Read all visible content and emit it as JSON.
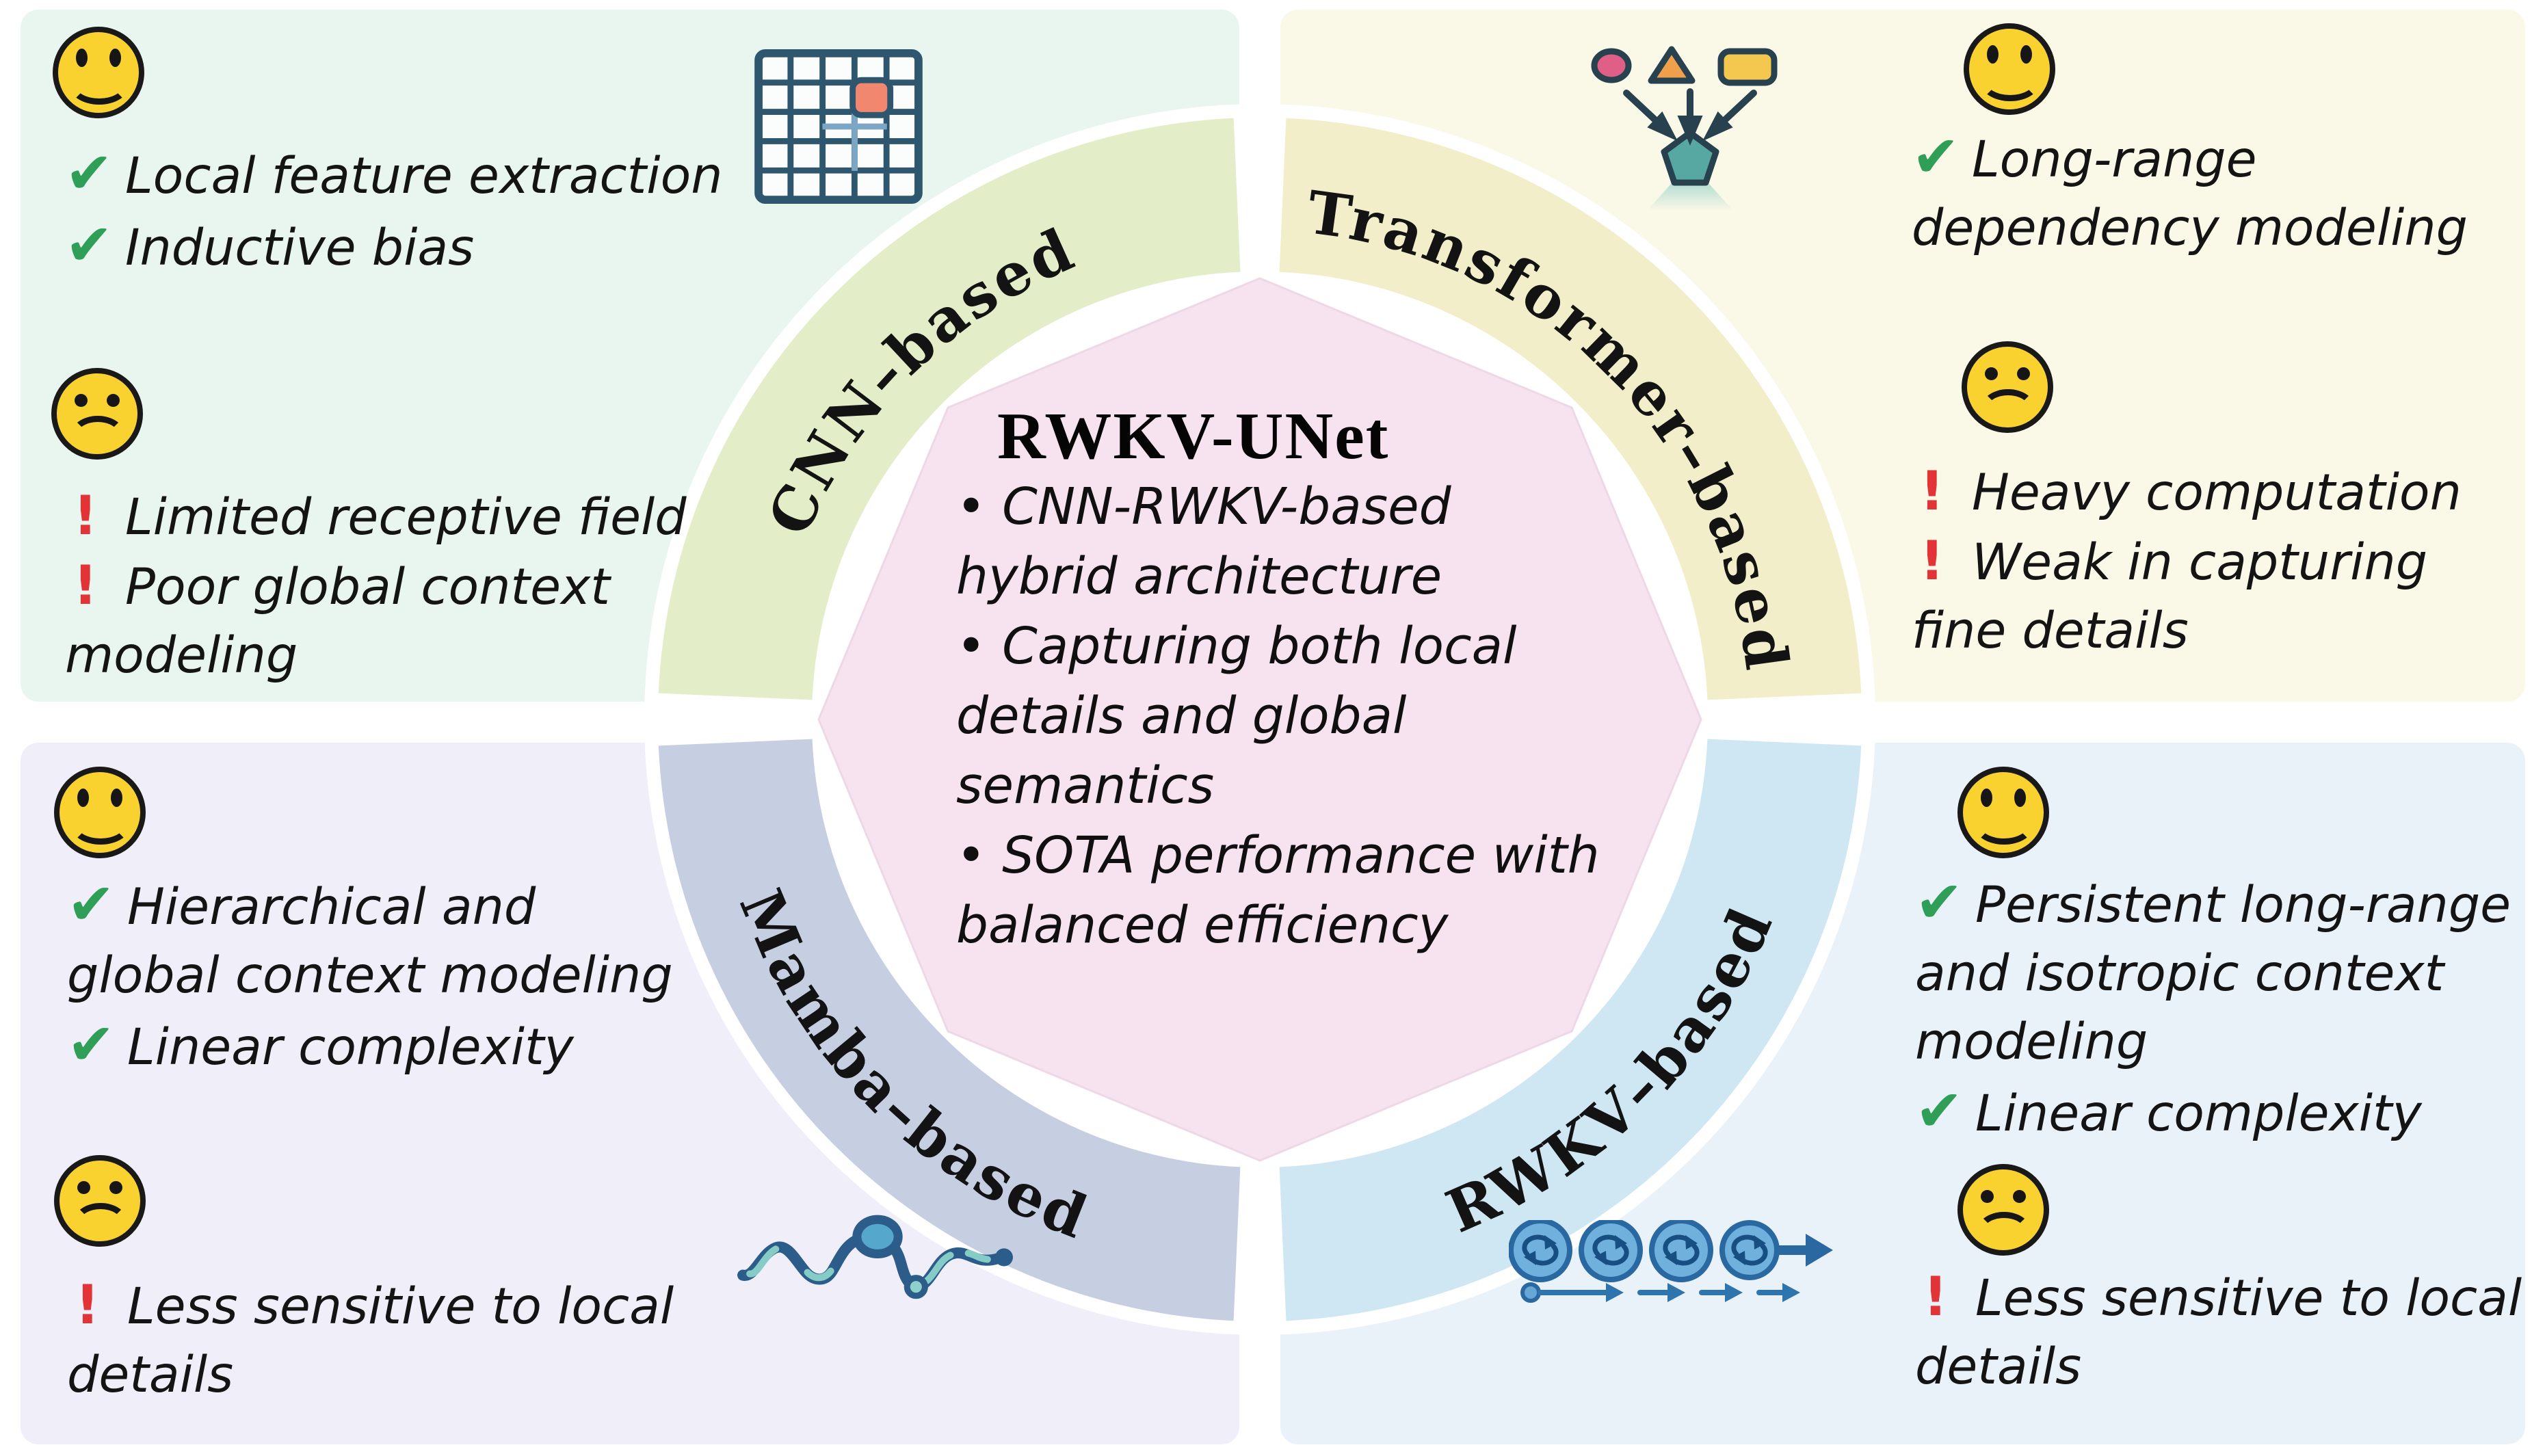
{
  "figure": {
    "title": "RWKV-UNet",
    "center_points": [
      "• CNN-RWKV-based",
      "hybrid architecture",
      "• Capturing both local",
      "details and global",
      "semantics",
      "• SOTA performance with",
      "balanced efficiency"
    ],
    "octagon_color": "#f7e3ef",
    "smiley_color": "#fad22f",
    "marks": {
      "check": "✔",
      "excl": "!"
    },
    "mark_colors": {
      "check": "#2f9e57",
      "excl": "#e23336"
    },
    "sections": {
      "cnn": {
        "arc_label": "CNN–based",
        "arc_color": "#e3edc8",
        "panel_color": "#e9f6f0",
        "icon": "convolution-grid-icon",
        "pros": [
          {
            "mark": "check",
            "text": "Local feature extraction"
          },
          {
            "mark": "check",
            "text": "Inductive bias"
          }
        ],
        "cons": [
          {
            "mark": "excl",
            "text": "Limited receptive field"
          },
          {
            "mark": "excl",
            "text": "Poor global context"
          },
          {
            "mark": "none",
            "text": "modeling"
          }
        ]
      },
      "transformer": {
        "arc_label": "Transformer–based",
        "arc_color": "#f1eec9",
        "panel_color": "#faf8e7",
        "icon": "attention-shapes-icon",
        "pros": [
          {
            "mark": "check",
            "text": "Long-range"
          },
          {
            "mark": "none",
            "text": "dependency modeling"
          }
        ],
        "cons": [
          {
            "mark": "excl",
            "text": "Heavy computation"
          },
          {
            "mark": "excl",
            "text": "Weak in capturing"
          },
          {
            "mark": "none",
            "text": "fine details"
          }
        ]
      },
      "mamba": {
        "arc_label": "Mamba–based",
        "arc_color": "#c6cfe2",
        "panel_color": "#f0eef8",
        "icon": "mamba-snake-icon",
        "pros": [
          {
            "mark": "check",
            "text": "Hierarchical and"
          },
          {
            "mark": "none",
            "text": "global context modeling"
          },
          {
            "mark": "check",
            "text": "Linear complexity"
          }
        ],
        "cons": [
          {
            "mark": "excl",
            "text": "Less sensitive to local"
          },
          {
            "mark": "none",
            "text": "details"
          }
        ]
      },
      "rwkv": {
        "arc_label": "RWKV–based",
        "arc_color": "#cfe7f3",
        "panel_color": "#e9f2f9",
        "icon": "rwkv-recurrence-icon",
        "pros": [
          {
            "mark": "check",
            "text": "Persistent long-range"
          },
          {
            "mark": "none",
            "text": "and isotropic context"
          },
          {
            "mark": "none",
            "text": "modeling"
          },
          {
            "mark": "check",
            "text": "Linear complexity"
          }
        ],
        "cons": [
          {
            "mark": "excl",
            "text": "Less sensitive to local"
          },
          {
            "mark": "none",
            "text": "details"
          }
        ]
      }
    }
  }
}
